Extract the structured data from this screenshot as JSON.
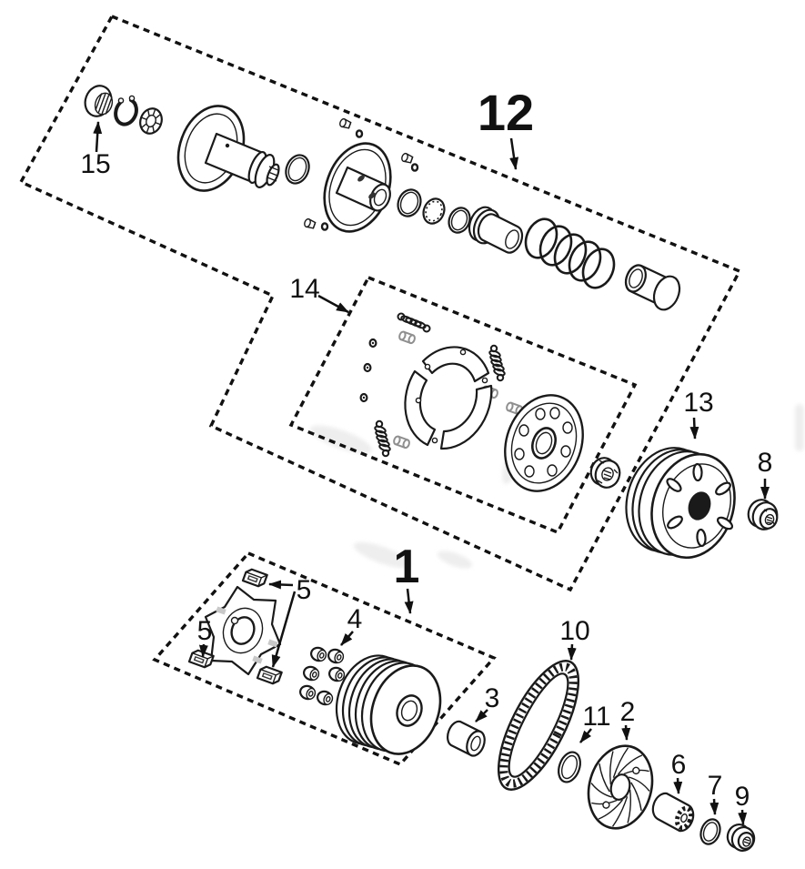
{
  "diagram": {
    "description": "Exploded CVT transmission parts diagram with numbered callouts",
    "labels": {
      "assembly_12": "12",
      "assembly_1": "1",
      "part_2": "2",
      "part_3": "3",
      "part_4": "4",
      "part_5": "5",
      "part_6": "6",
      "part_7": "7",
      "part_8": "8",
      "part_9": "9",
      "part_10": "10",
      "part_11": "11",
      "part_13": "13",
      "part_14": "14",
      "part_15": "15"
    },
    "colors": {
      "line": "#1a1a1a",
      "background": "#ffffff",
      "dash_box": "#111111",
      "pin_gray": "#8f8f8f",
      "watermark_gray": "#e0e0e0"
    }
  }
}
